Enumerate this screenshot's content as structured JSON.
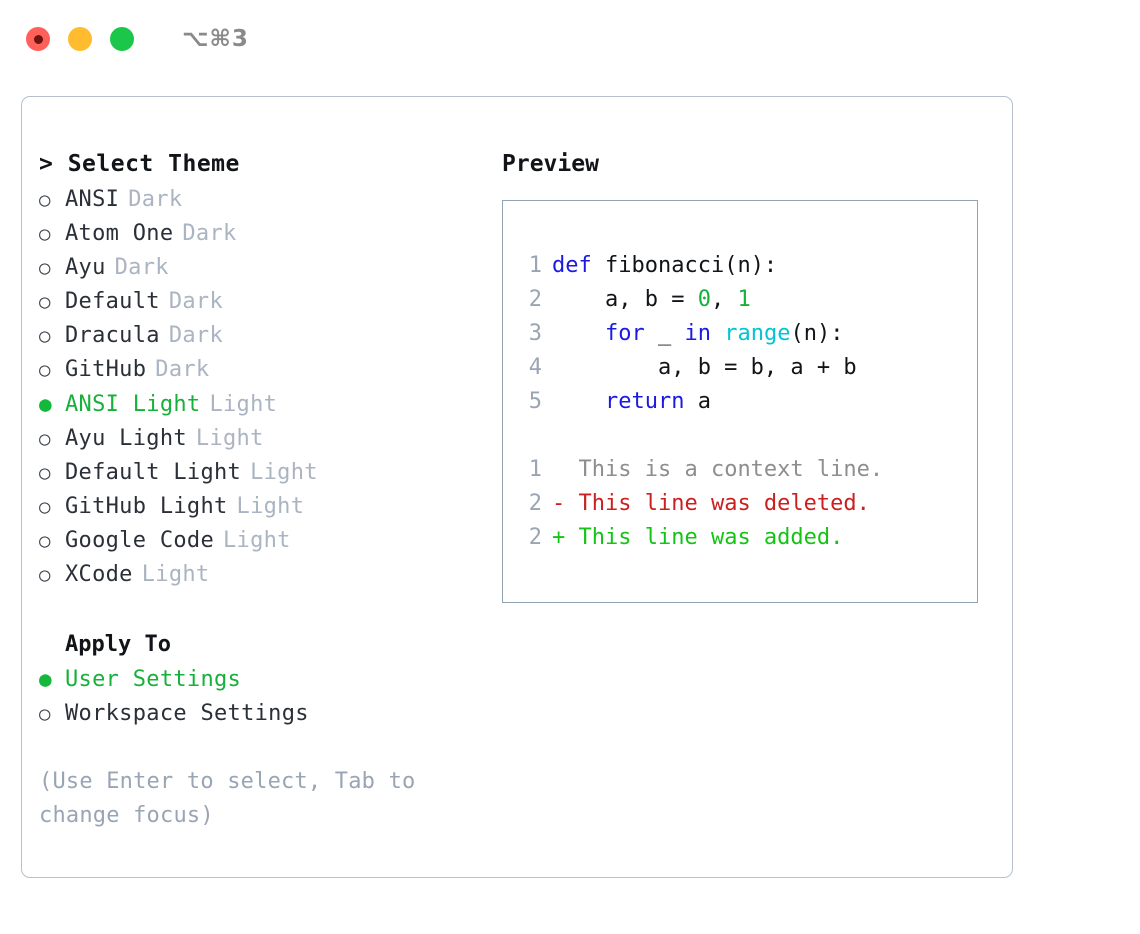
{
  "window": {
    "shortcut": "⌥⌘3",
    "traffic_lights": [
      {
        "name": "close",
        "color": "#ff6059"
      },
      {
        "name": "minimize",
        "color": "#febc2e"
      },
      {
        "name": "maximize",
        "color": "#1bc74a"
      }
    ]
  },
  "theme_panel": {
    "header": "> Select Theme",
    "options": [
      {
        "bullet": "○",
        "name": "ANSI",
        "tag": "Dark",
        "selected": false
      },
      {
        "bullet": "○",
        "name": "Atom One",
        "tag": "Dark",
        "selected": false
      },
      {
        "bullet": "○",
        "name": "Ayu",
        "tag": "Dark",
        "selected": false
      },
      {
        "bullet": "○",
        "name": "Default",
        "tag": "Dark",
        "selected": false
      },
      {
        "bullet": "○",
        "name": "Dracula",
        "tag": "Dark",
        "selected": false
      },
      {
        "bullet": "○",
        "name": "GitHub",
        "tag": "Dark",
        "selected": false
      },
      {
        "bullet": "●",
        "name": "ANSI Light",
        "tag": "Light",
        "selected": true
      },
      {
        "bullet": "○",
        "name": "Ayu Light",
        "tag": "Light",
        "selected": false
      },
      {
        "bullet": "○",
        "name": "Default Light",
        "tag": "Light",
        "selected": false
      },
      {
        "bullet": "○",
        "name": "GitHub Light",
        "tag": "Light",
        "selected": false
      },
      {
        "bullet": "○",
        "name": "Google Code",
        "tag": "Light",
        "selected": false
      },
      {
        "bullet": "○",
        "name": "XCode",
        "tag": "Light",
        "selected": false
      }
    ]
  },
  "apply_to": {
    "header": "Apply To",
    "options": [
      {
        "bullet": "●",
        "label": "User Settings",
        "selected": true
      },
      {
        "bullet": "○",
        "label": "Workspace Settings",
        "selected": false
      }
    ]
  },
  "hint": "(Use Enter to select, Tab to change focus)",
  "preview": {
    "header": "Preview",
    "code_lines": [
      {
        "num": "1",
        "tokens": [
          {
            "t": "def",
            "c": "kw"
          },
          {
            "t": " fibonacci(n):",
            "c": "plain"
          }
        ]
      },
      {
        "num": "2",
        "tokens": [
          {
            "t": "    a, b = ",
            "c": "plain"
          },
          {
            "t": "0",
            "c": "num"
          },
          {
            "t": ", ",
            "c": "plain"
          },
          {
            "t": "1",
            "c": "num"
          }
        ]
      },
      {
        "num": "3",
        "tokens": [
          {
            "t": "    ",
            "c": "plain"
          },
          {
            "t": "for",
            "c": "kw"
          },
          {
            "t": " _ ",
            "c": "plain"
          },
          {
            "t": "in",
            "c": "kw"
          },
          {
            "t": " ",
            "c": "plain"
          },
          {
            "t": "range",
            "c": "builtin"
          },
          {
            "t": "(n):",
            "c": "plain"
          }
        ]
      },
      {
        "num": "4",
        "tokens": [
          {
            "t": "        a, b = b, a + b",
            "c": "plain"
          }
        ]
      },
      {
        "num": "5",
        "tokens": [
          {
            "t": "    ",
            "c": "plain"
          },
          {
            "t": "return",
            "c": "kw"
          },
          {
            "t": " a",
            "c": "plain"
          }
        ]
      }
    ],
    "diff_lines": [
      {
        "num": "1",
        "marker": "  ",
        "text": "This is a context line.",
        "kind": "context"
      },
      {
        "num": "2",
        "marker": "- ",
        "text": "This line was deleted.",
        "kind": "del"
      },
      {
        "num": "2",
        "marker": "+ ",
        "text": "This line was added.",
        "kind": "add"
      }
    ]
  },
  "colors": {
    "accent_green": "#17b03a",
    "keyword_blue": "#1a1ae0",
    "builtin_cyan": "#00c5d4",
    "diff_add": "#14c415",
    "diff_del": "#cc1f1f",
    "muted": "#aab4c2",
    "border": "#b6bfcc"
  }
}
